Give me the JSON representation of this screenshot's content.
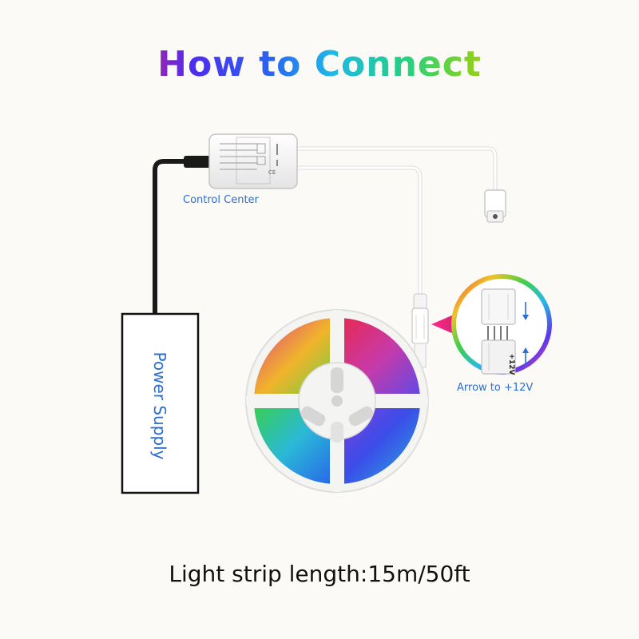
{
  "title": "How to Connect",
  "labels": {
    "control_center": "Control Center",
    "power_supply": "Power Supply",
    "arrow_hint": "Arrow to +12V",
    "connector_marking": "+12V",
    "strip_length": "Light strip length:15m/50ft"
  },
  "colors": {
    "label_blue": "#2a6fd6",
    "cable_black": "#1a1a1a",
    "wire_white": "#ffffff",
    "background": "#fbfaf6"
  }
}
